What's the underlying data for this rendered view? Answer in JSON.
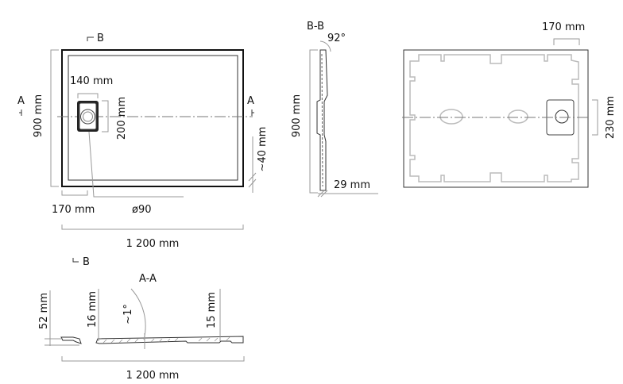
{
  "top_view": {
    "section_b_marker": "B",
    "section_a_left": "A",
    "section_a_right": "A",
    "height_dim": "900 mm",
    "drain_width_dim": "140 mm",
    "drain_height_dim": "200 mm",
    "edge_dim": "~40 mm",
    "drain_offset_dim": "170 mm",
    "drain_diameter": "ø90",
    "width_dim": "1 200 mm"
  },
  "section_bb": {
    "title": "B-B",
    "angle": "92°",
    "height_dim": "900 mm",
    "thickness_dim": "29 mm"
  },
  "bottom_view": {
    "offset_dim": "170 mm",
    "drain_box_dim": "230 mm"
  },
  "section_aa": {
    "section_b_marker": "B",
    "title": "A-A",
    "total_height_dim": "52 mm",
    "left_thickness_dim": "16 mm",
    "slope": "~1°",
    "right_thickness_dim": "15 mm",
    "width_dim": "1 200 mm"
  }
}
